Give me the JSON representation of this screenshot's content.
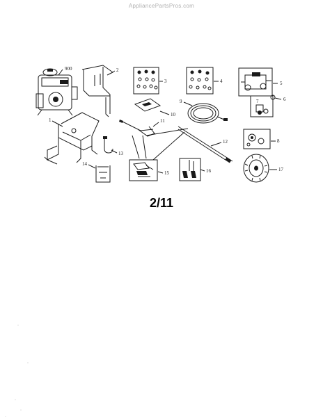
{
  "watermark": "AppliancePartsPros.com",
  "page_label": "2/11",
  "callouts": {
    "c900": "900",
    "c1": "1",
    "c2": "2",
    "c3": "3",
    "c4": "4",
    "c5": "5",
    "c6": "6",
    "c7": "7",
    "c8": "8",
    "c9": "9",
    "c10": "10",
    "c11": "11",
    "c12": "12",
    "c13": "13",
    "c14": "14",
    "c15": "15",
    "c16": "16",
    "c17": "17"
  }
}
